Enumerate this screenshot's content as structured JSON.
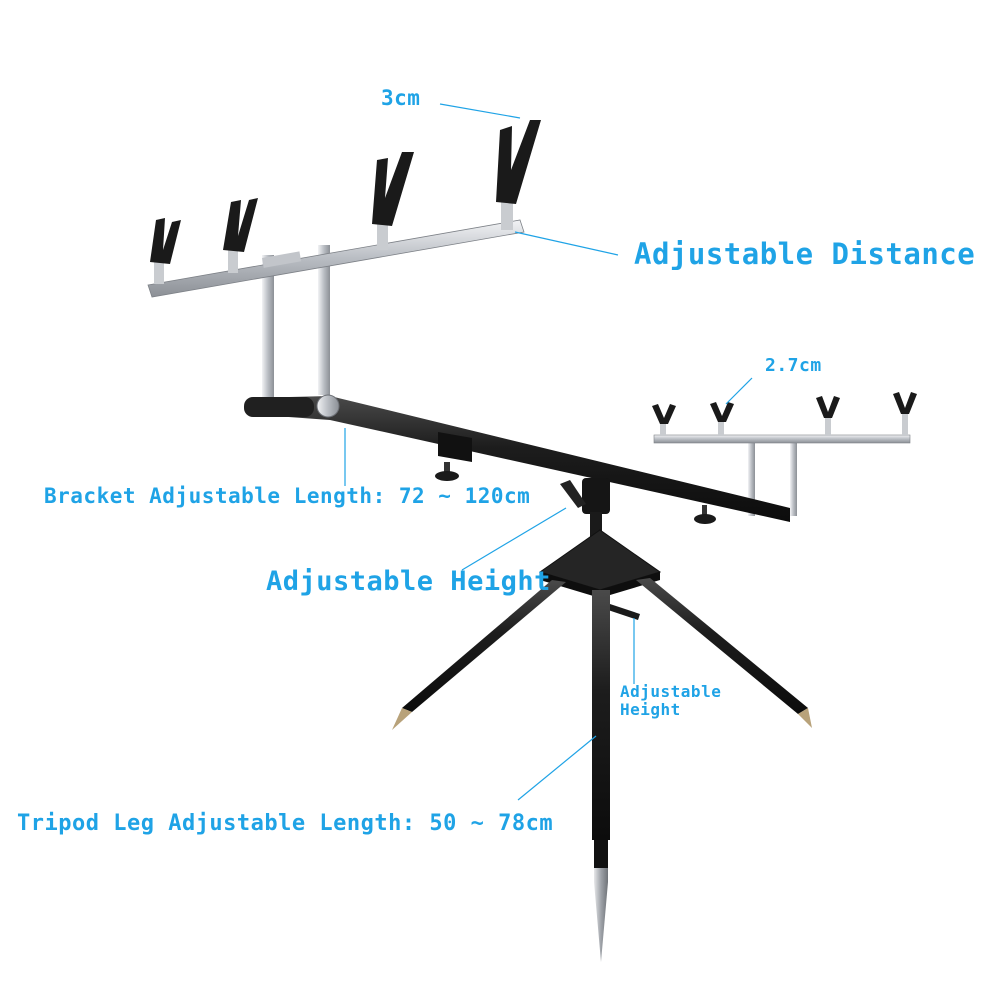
{
  "labels": {
    "rest_width": "3cm",
    "adjustable_distance": "Adjustable Distance",
    "rear_rest_width": "2.7cm",
    "bracket_length": "Bracket Adjustable Length: 72 ~ 120cm",
    "adjustable_height": "Adjustable Height",
    "leg_height": "Adjustable Height",
    "tripod_leg_length": "Tripod Leg Adjustable Length: 50 ~ 78cm"
  },
  "colors": {
    "annotation_text": "#1fa3e6",
    "leader_line": "#1fa3e6",
    "frame_black": "#1a1a1a",
    "aluminium_silver": "#c9ccd0"
  },
  "icons": {
    "front_rest_heads": "v-shaped-rod-rest-icon",
    "rear_rest_heads": "u-shaped-rod-rest-icon",
    "leg_spikes": "ground-spike-icon"
  }
}
